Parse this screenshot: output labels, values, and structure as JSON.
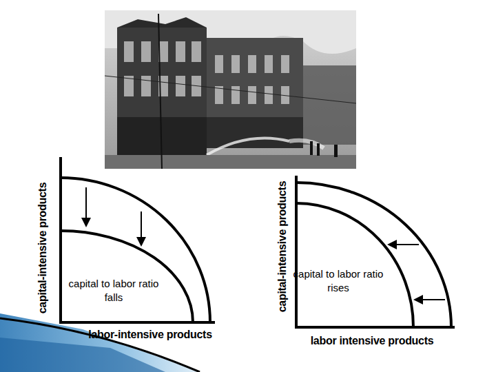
{
  "diagram": {
    "labels": [
      "capital-intensive products",
      "capital to labor ratio falls",
      "labor-intensive products",
      "capital-intensive products",
      "capital to labor ratio rises",
      "labor intensive products"
    ]
  }
}
